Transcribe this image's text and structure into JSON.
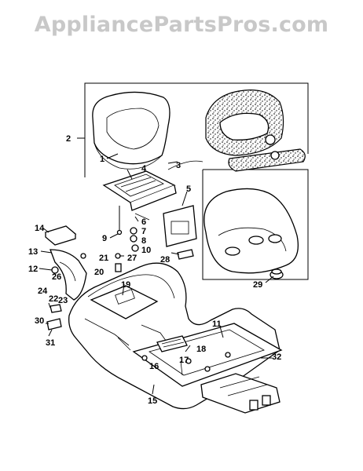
{
  "watermark": "AppliancePartsPros.com",
  "callouts": {
    "c1": "1",
    "c2": "2",
    "c3": "3",
    "c4": "4",
    "c5": "5",
    "c6": "6",
    "c7": "7",
    "c8": "8",
    "c9": "9",
    "c10": "10",
    "c11": "11",
    "c12": "12",
    "c13": "13",
    "c14": "14",
    "c15": "15",
    "c16": "16",
    "c17": "17",
    "c18": "18",
    "c19": "19",
    "c20": "20",
    "c21": "21",
    "c22": "22",
    "c23": "23",
    "c24": "24",
    "c26": "26",
    "c27": "27",
    "c28": "28",
    "c29": "29",
    "c30": "30",
    "c31": "31",
    "c32": "32"
  },
  "colors": {
    "line": "#000000",
    "watermark": "#c8c8c8",
    "background": "#ffffff"
  }
}
